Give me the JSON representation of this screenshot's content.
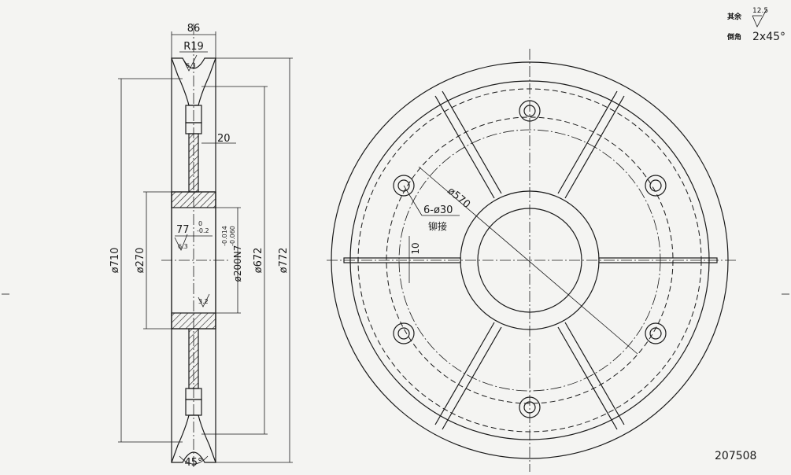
{
  "notes": {
    "roughness_label": "其余",
    "roughness_value": "12.5",
    "chamfer_label": "倒角",
    "chamfer_value": "2x45°"
  },
  "drawing_number": "207508",
  "section_view": {
    "top_width": "86",
    "top_radius": "R19",
    "groove_roughness": "6.3",
    "web_thickness": "20",
    "hub_length": "77",
    "hub_tol_upper": "0",
    "hub_tol_lower": "-0.2",
    "bore_roughness": "6.3",
    "bore_roughness_2": "3.2",
    "diameter_710": "ø710",
    "diameter_270": "ø270",
    "bore": "ø200N7",
    "bore_tol_upper": "-0.014",
    "bore_tol_lower": "-0.060",
    "diameter_672": "ø672",
    "diameter_772": "ø772",
    "groove_angle": "45°"
  },
  "front_view": {
    "pcd": "ø570",
    "holes": "6-ø30",
    "rivet_note": "铆接",
    "rib_thickness": "10"
  }
}
